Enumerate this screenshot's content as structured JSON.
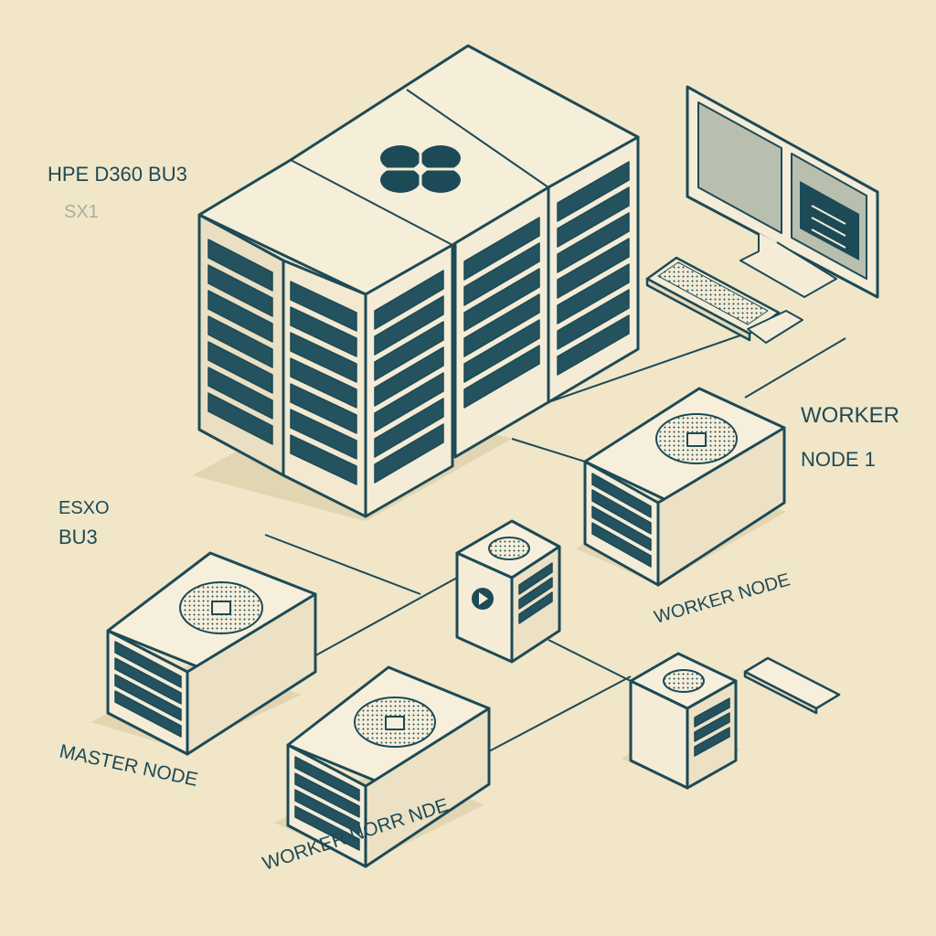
{
  "labels": {
    "cluster_title": "HPE D360 BU3",
    "cluster_subtitle": "SX1",
    "left_label_1": "ESXO",
    "left_label_2": "BU3",
    "worker_1_line1": "WORKER",
    "worker_1_line2": "NODE 1",
    "worker_mid": "WORKER NODE",
    "master": "MASTER NODE",
    "worker_bottom": "WORKER NORR NDE"
  },
  "colors": {
    "background": "#f1e6c8",
    "outline": "#1d4a57",
    "slot": "#24525e",
    "box_face": "#f4ecd6",
    "box_side": "#e6dabb",
    "shadow": "#d9c9a4"
  },
  "icons": {
    "rack_top": "flower-logo-icon",
    "tower": "play-disc-icon",
    "fan": "fan-grille-icon"
  }
}
